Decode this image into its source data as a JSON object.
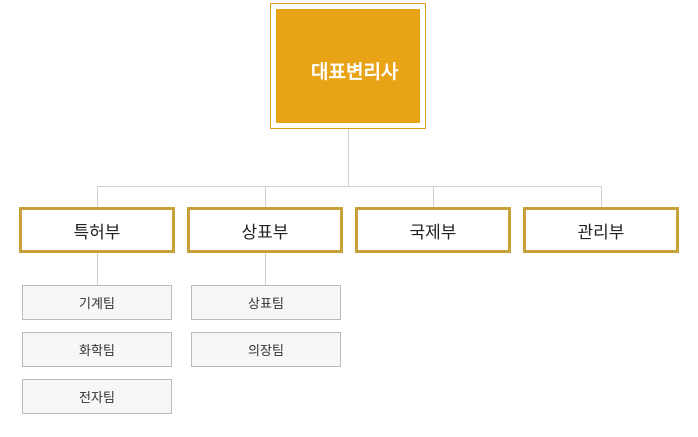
{
  "top": {
    "label": "대표변리사"
  },
  "departments": [
    {
      "label": "특허부",
      "teams": [
        "기계팀",
        "화학팀",
        "전자팀"
      ]
    },
    {
      "label": "상표부",
      "teams": [
        "상표팀",
        "의장팀"
      ]
    },
    {
      "label": "국제부",
      "teams": []
    },
    {
      "label": "관리부",
      "teams": []
    }
  ],
  "colors": {
    "top_fill": "#e8a317",
    "dept_border": "#c9a13b",
    "connector": "#d0d0d0"
  }
}
